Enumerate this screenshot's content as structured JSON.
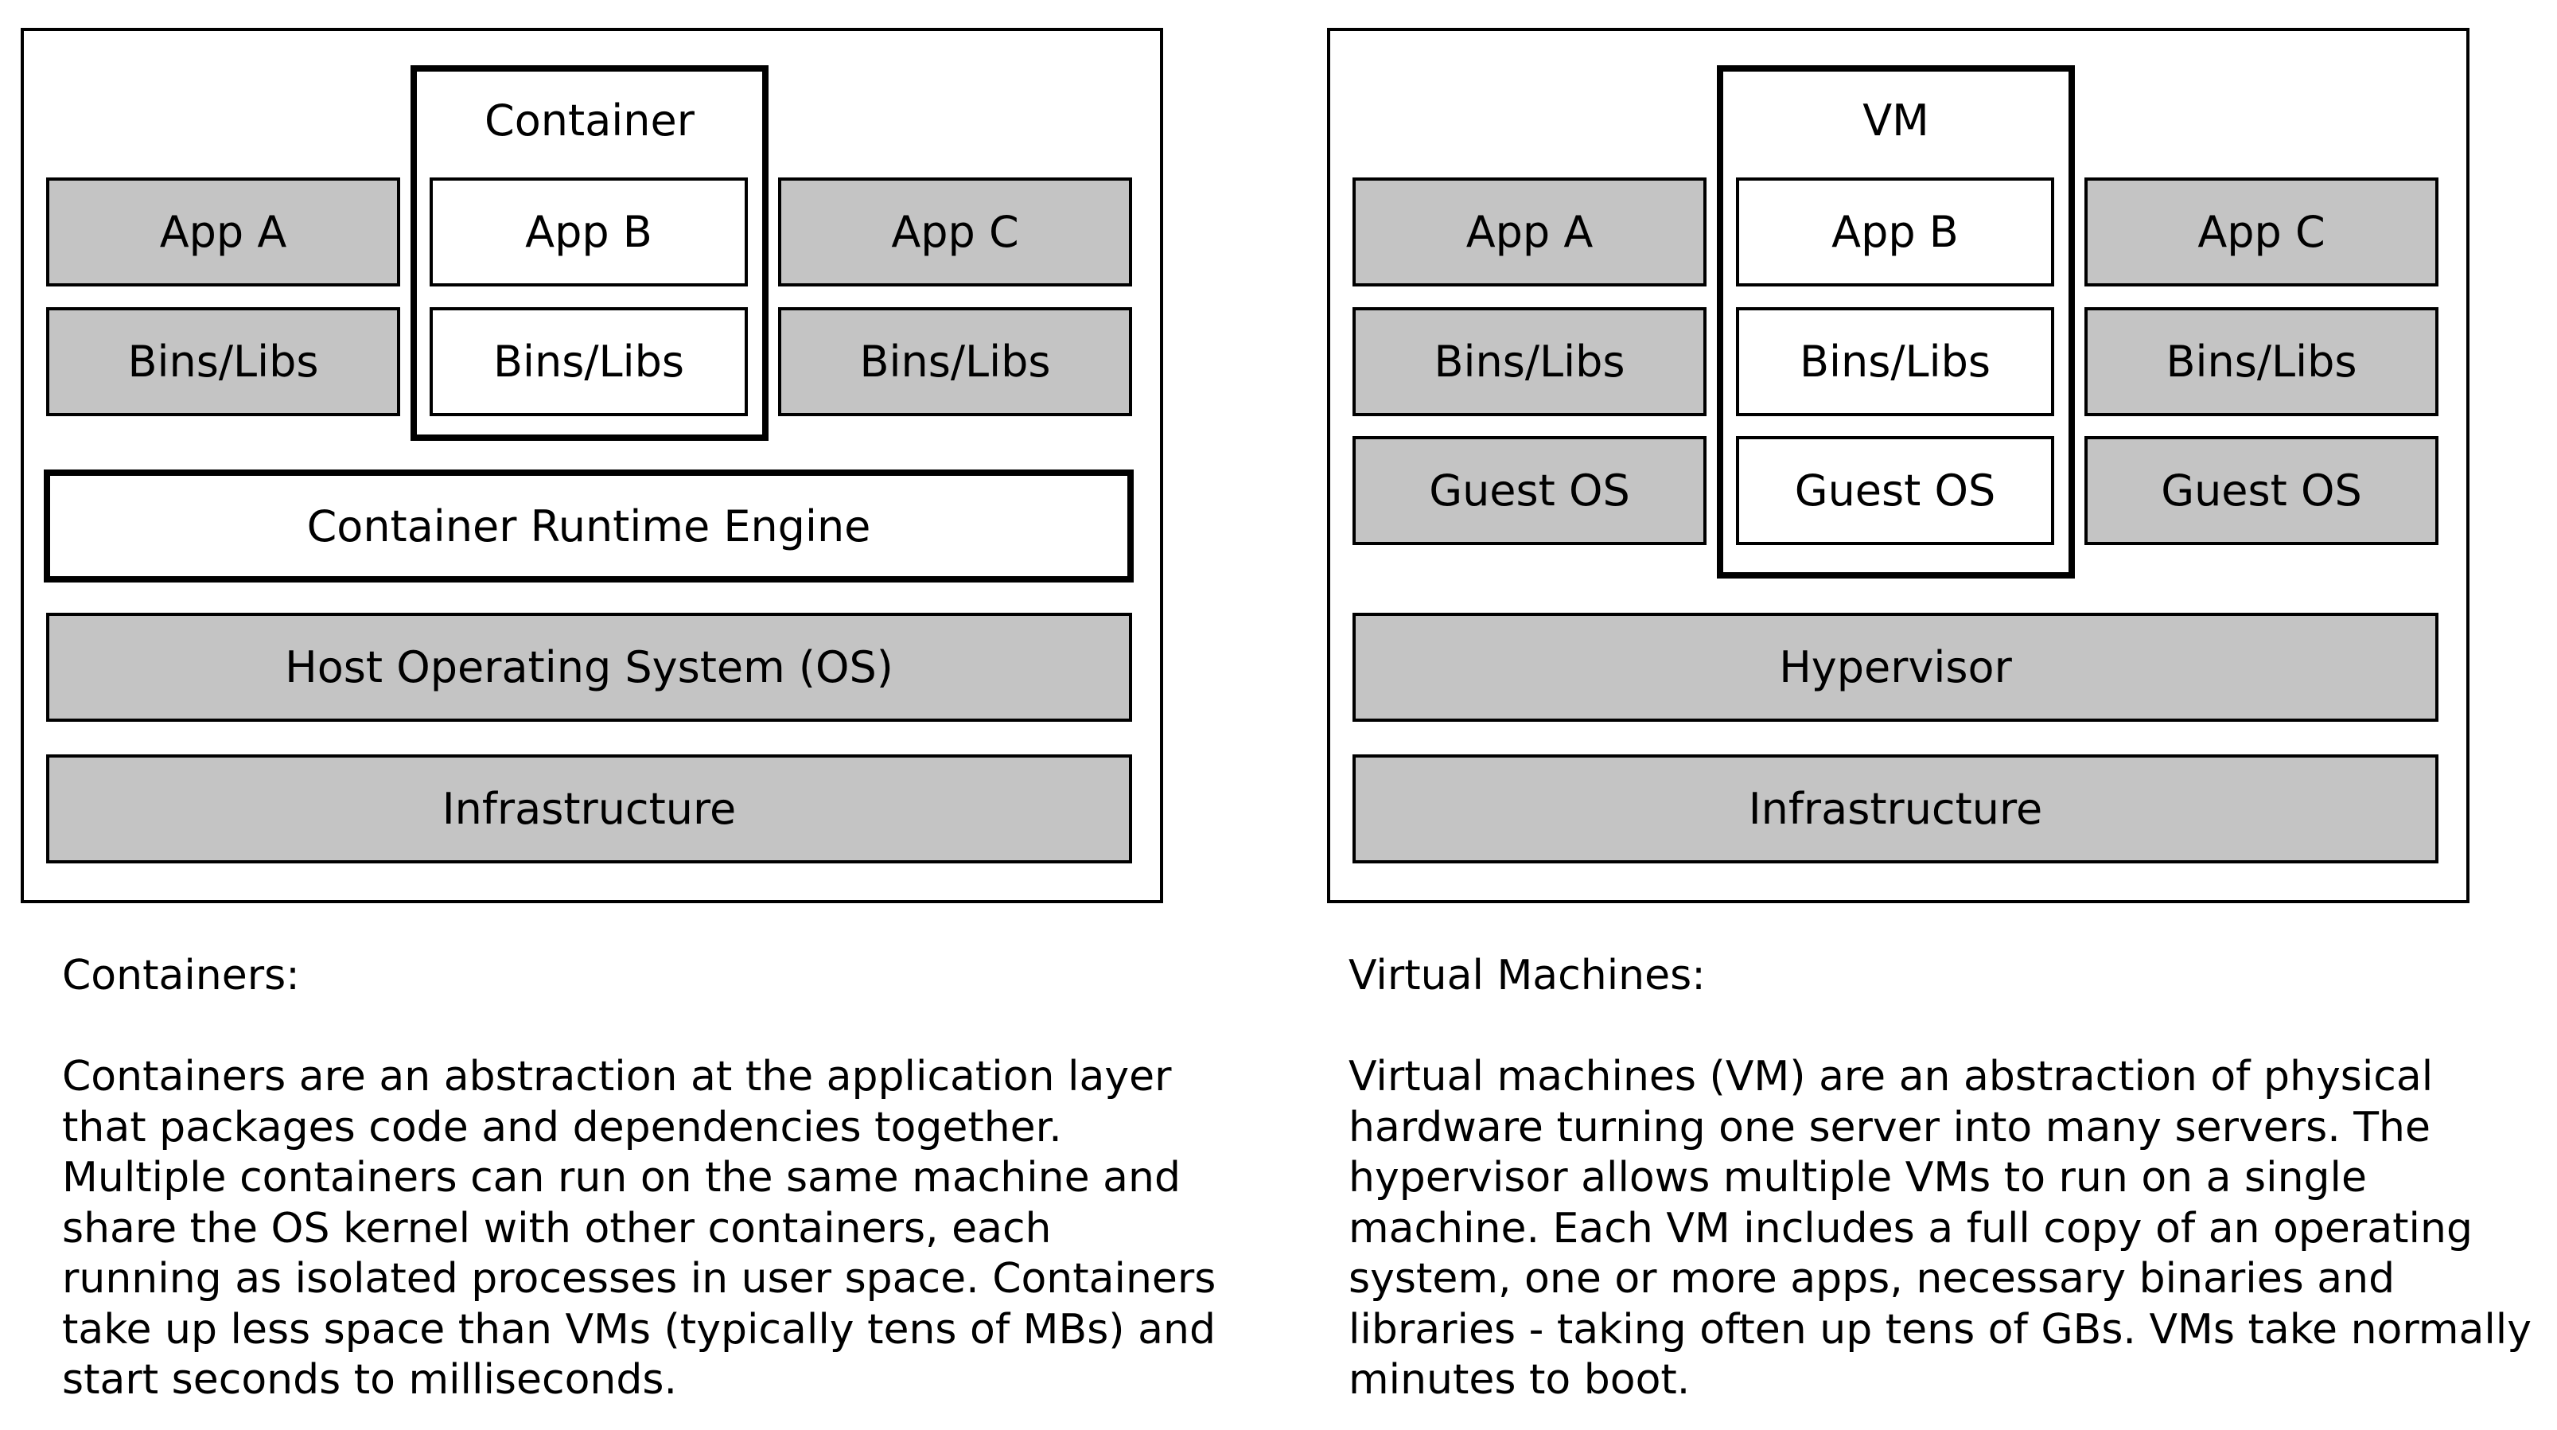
{
  "containers_diagram": {
    "group_label": "Container",
    "app_a": "App A",
    "app_b": "App B",
    "app_c": "App C",
    "libs_a": "Bins/Libs",
    "libs_b": "Bins/Libs",
    "libs_c": "Bins/Libs",
    "runtime": "Container Runtime Engine",
    "host_os": "Host Operating System (OS)",
    "infrastructure": "Infrastructure"
  },
  "vm_diagram": {
    "group_label": "VM",
    "app_a": "App A",
    "app_b": "App B",
    "app_c": "App C",
    "libs_a": "Bins/Libs",
    "libs_b": "Bins/Libs",
    "libs_c": "Bins/Libs",
    "guest_a": "Guest OS",
    "guest_b": "Guest OS",
    "guest_c": "Guest OS",
    "hypervisor": "Hypervisor",
    "infrastructure": "Infrastructure"
  },
  "containers_text": {
    "heading": "Containers:",
    "lines": [
      "Containers are an abstraction at the application layer",
      "that packages code and dependencies together.",
      "Multiple containers can run on the same machine and",
      "share the OS kernel with other containers, each",
      "running as isolated processes in user space. Containers",
      "take up less space than VMs (typically tens of MBs) and",
      "start seconds to milliseconds."
    ]
  },
  "vm_text": {
    "heading": "Virtual Machines:",
    "lines": [
      "Virtual machines (VM) are an abstraction of physical",
      "hardware turning one server into many servers. The",
      "hypervisor allows multiple VMs to run on a single",
      "machine. Each VM includes a full copy of an operating",
      "system, one or more apps, necessary binaries and",
      "libraries - taking often up tens of GBs. VMs take normally",
      "minutes to boot."
    ]
  }
}
